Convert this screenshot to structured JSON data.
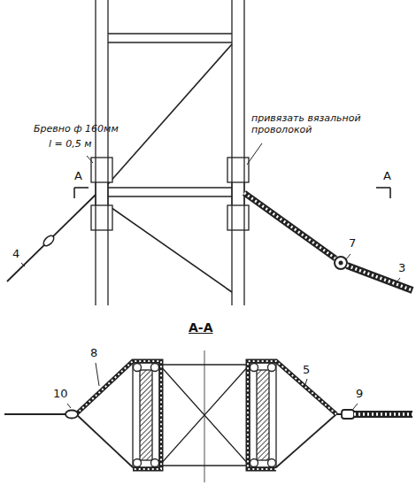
{
  "diagram": {
    "labels": [
      "Бревно ф 160мм",
      "l = 0,5 м",
      "привязать вязальной проволокой",
      "А",
      "А",
      "А-А",
      "4",
      "7",
      "3",
      "10",
      "8",
      "5",
      "9"
    ]
  }
}
